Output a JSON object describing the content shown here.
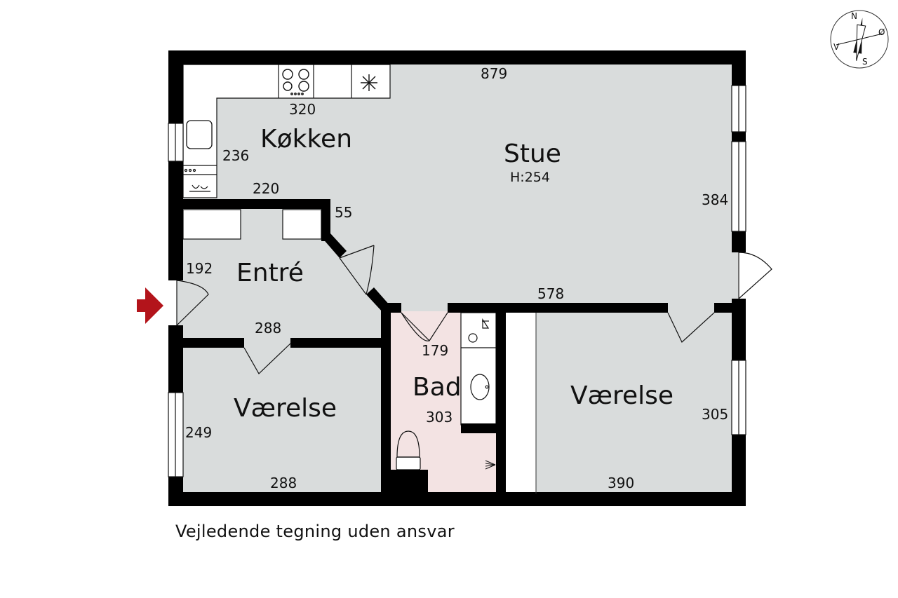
{
  "colors": {
    "wall": "#000000",
    "floor": "#d9dcdc",
    "bath_floor": "#f3e3e3",
    "entrance_arrow": "#b3141b"
  },
  "rooms": {
    "kitchen": "Køkken",
    "living": "Stue",
    "living_height": "H:254",
    "entry": "Entré",
    "bath": "Bad",
    "bedroom_left": "Værelse",
    "bedroom_right": "Værelse"
  },
  "dimensions": {
    "top_width": "879",
    "kitchen_counter": "320",
    "kitchen_depth": "236",
    "kitchen_lower": "220",
    "hall_jog": "55",
    "living_depth": "384",
    "entry_depth": "192",
    "living_bottom": "578",
    "entry_width": "288",
    "bath_width": "179",
    "bath_depth": "303",
    "bedroom_left_depth": "249",
    "bedroom_left_width": "288",
    "bedroom_right_depth": "305",
    "bedroom_right_width": "390"
  },
  "compass": {
    "north": "N",
    "east": "Ø",
    "south": "S",
    "west": "V"
  },
  "icons": {
    "stove": "stove-icon",
    "freezer": "snowflake-icon",
    "sink": "sink-icon",
    "dishwasher": "dishwasher-icon",
    "washer": "washing-machine-icon",
    "basin": "washbasin-icon",
    "toilet": "toilet-icon",
    "shower": "shower-icon",
    "entrance": "entrance-arrow-icon"
  },
  "disclaimer": "Vejledende tegning uden ansvar"
}
